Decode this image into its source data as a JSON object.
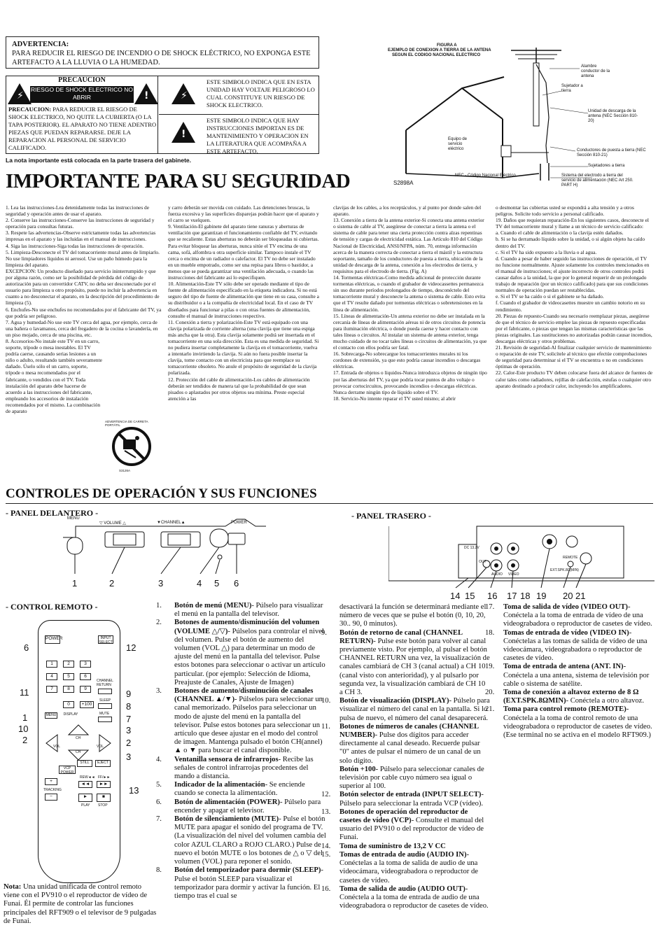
{
  "warning": {
    "title": "ADVERTENCIA:",
    "text": "PARA REDUCIR EL RIESGO DE INCENDIO O DE SHOCK ELÉCTRICO, NO EXPONGA ESTE ARTEFACTO A LA LLUVIA O LA HUMEDAD."
  },
  "caution": {
    "label": "PRECAUCION",
    "bar_text": "RIESGO DE SHOCK ELECTRICO NO ABRIR",
    "text_bold": "PRECAUCION:",
    "text": " PARA REDUCIR EL RIESGO DE SHOCK ELECTRICO, NO QUITE LA CUBIERTA (O LA TAPA POSTERIOR). EL APARATO NO TIENE ADENTRO PIEZAS QUE PUEDAN REPARARSE. DEJE LA REPARACION AL PERSONAL DE SERVICIO CALIFICADO.",
    "symbol1": "ESTE SIMBOLO INDICA QUE EN ESTA UNIDAD HAY VOLTAJE PELIGROSO LO CUAL CONSTITUYE UN RIESGO DE SHOCK ELECTRICO.",
    "symbol2": "ESTE SIMBOLO INDICA QUE HAY INSTRUCCIONES IMPORTAN ES DE MANTENIMIENTO Y OPERACION EN LA LITERATURA QUE ACOMPAÑA A ESTE ARTEFACTO.",
    "note": "La nota importante está colocada en la parte trasera del gabinete."
  },
  "headline": "IMPORTANTE PARA SU SEGURIDAD",
  "figure": {
    "title1": "FIGURA A",
    "title2": "EJEMPLO DE CONEXION A TIERRA DE LA ANTENA",
    "title3": "SEGUN EL CODIGO NACIONAL ELECTRICO",
    "lbl_wire": "Alambre conductor de la antena",
    "lbl_clamp": "Sujetador a tierra",
    "lbl_unit": "Unidad de descarga de la antena (NEC Sección 810-20)",
    "lbl_equip": "Equipo de servicio eléctrico",
    "lbl_cond": "Conductores de puesta a tierra (NEC Sección 810-21)",
    "lbl_clamps": "Sujetadores a tierra",
    "lbl_nec": "NEC - Código Nacional Eléctrico",
    "lbl_sys": "Sistema del electrodo a tierra del servicio de alimentación (NEC Art 250. PART H)",
    "code": "S2898A"
  },
  "col1": [
    "1. Lea las instrucciones-Lea detenidamente todas las instrucciones de seguridad y operación antes de usar el aparato.",
    "2. Conserve las instrucciones-Conserve las instrucciones de seguridad y operación para consultas futuras.",
    "3. Respete las advertencias-Observe estrictamente todas las advertencias impresas en el aparato y las incluidas en el manual de instrucciones.",
    "4. Siga las instrucciones-Siga todas las instrucciones de operación.",
    "5. Limpieza-Desconecte el TV del tomacorriente mural antes de limpiarlo. No use limpiadores líquidos ni aerosol. Use un paño húmedo para la limpieza del aparato.",
    "EXCEPCION: Un producto diseñado para servicio ininterrumpido y que por alguna razón, como ser la posibilidad de pérdida del código de autorización para un convertidor CATV, no deba ser desconectado por el usuario para limpieza u otro propósito, puede no incluir la advertencia en cuanto a no desconectar el aparato, en la descripción del procedimiento de limpieza (5).",
    "6. Enchufes-No use enchufes no recomendados por el fabricante del TV, ya que podría ser peligroso.",
    "7. Agua y humedad-No use este TV cerca del agua, por ejemplo, cerca de una bañera o lavamanos, cerca del fregadero de la cocina o lavandería, en un piso mojado, cerca de una piscina, etc.",
    "8. Accesorios-No instale este TV en un carro, soporte, trípode o mesa inestables. El TV podría caerse, causando serias lesiones a un niño o adulto, resultando también severamente dañado. Úselo sólo el un carro, soporte, trípode o mesa recomendados por el fabricante, o vendidos con el TV. Toda instalación del aparato debe hacerse de acuerdo a las instrucciones del fabricante, empleando los accesorios de instalación recomendados por el mismo. La combinación de aparato"
  ],
  "col2": [
    "y carro deberán ser movida con cuidado. Las detenciones bruscas, la fuerza excesiva y las superficies disparejas podrán hacer que el aparato y el carro se vuelquen.",
    "9. Ventilación-El gabinete del aparato tiene ranuras y aberturas de ventilación que garantizan el funcionamiento confiable del TV, evitando que se recaliente. Estas aberturas no deberán ser bloqueadas ni cubiertas. Para evitar bloquear las aberturas, nunca sitúe el TV encima de una cama, sofá, alfombra u otra superficie similar. Tampoco instale el TV cerca o encima de un radiador o calefactor. El TV no debe ser instalado en un mueble empotrado, como ser una repisa para libros o bastidor, a menos que se pueda garantizar una ventilación adecuada, o cuando las instrucciones del fabricante así lo especifiquen.",
    "10. Alimentación-Este TV sólo debe ser operado mediante el tipo de fuente de alimentación especificado en la etiqueta indicadora. Si no está seguro del tipo de fuente de alimentación que tiene en su casa, consulte a su distribuidor o a la compañía de electricidad local. En el caso de TV diseñados para funcionar a pilas o con otras fuentes de alimentación, consulte el manual de instrucciones respectivo.",
    "11. Conexión a tierra y polarización-Este TV está equipado con una clavija polarizada de corriente alterna (una clavija que tiene una espiga más ancha que la otra). Esta clavija solamente podrá ser insertada en el tomacorriente en una sola dirección. Esta es una medida de seguridad. Si no pudiera insertar completamente la clavija en el tomacorriente, vuelva a intentarlo invirtiendo la clavija. Si aún no fuera posible insertar la clavija, tome contacto con un electricista para que reemplace su tomacorriente obsoleto. No anule el propósito de seguridad de la clavija polarizada.",
    "12. Protección del cable de alimentación-Los cables de alimentación deberán ser tendidos de manera tal que la probabilidad de que sean pisados o aplastados por otros objetos sea mínima. Preste especial atención a las"
  ],
  "col3": [
    "clavijas de los cables, a los receptáculos, y al punto por donde salen del aparato.",
    "13. Conexión a tierra de la antena exterior-Si conecta una antena exterior o sistema de cable al TV, asegúrese de conectar a tierra la antena o el sistema de cable para tener una cierta protección contra alzas repentinas de tensión y cargas de electricidad estática. Las Artículo 810 del Código Nacional de Electricidad, ANSI/NFPA, núm. 70, entrega información acerca de la manera correcta de conectar a tierra el mástil y la estructura soportante, tamaño de los conductores de puesta a tierra, ubicación de la unidad de descarga de la antena, conexión a los electrodos de tierra, y requisitos para el electrodo de tierra. (Fig. A)",
    "14. Tormentas eléctricas-Como medida adicional de protección durante tormentas eléctricas, o cuando el grabador de videocassettes permanezca sin uso durante períodos prolongados de tiempo, desconéctelo del tomacorriente mural y desconecte la antena o sistema de cable. Esto evita que el TV resulte dañado por tormentas eléctricas o sobretensiones en la línea de alimentación.",
    "15. Líneas de alimentación-Un antena exterior no debe ser instalada en la cercanía de líneas de alimentación aéreas ni de otros circuitos de potencia para iluminación eléctrica, o donde pueda caerse y hacer contacto con tales líneas o circuitos. Al instalar un sistema de antena exterior, tenga mucho cuidado de no tocar tales líneas o circuitos de alimentación, ya que el contacto con ellos podría ser fatal.",
    "16. Sobrecarga-No sobrecargue los tomacorrientes murales ni los cordones de extensión, ya que esto podría causar incendios o descargas eléctricas.",
    "17. Entrada de objetos o líquidos-Nunca introduzca objetos de ningún tipo por las aberturas del TV, ya que podría tocar puntos de alto voltaje o provocar cortocircuitos, provocando incendios o descargas eléctricas. Nunca derrame ningún tipo de líquido sobre el TV.",
    "18. Servicio-No intente reparar el TV usted mismo; al abrir"
  ],
  "col4": [
    "o desmontar las cubiertas usted se expondrá a alta tensión y a otros peligros. Solicite todo servicio a personal calificado.",
    "19. Daños que requieran reparación-En los siguientes casos, desconecte el TV del tomacorriente mural y llame a un técnico de servicio calificado:",
    "a. Cuando el cable de alimentación o la clavija estén dañados.",
    "b. Si se ha derramado líquido sobre la unidad, o si algún objeto ha caído dentro del TV.",
    "c. Si el TV ha sido expuesto a la lluvia o al agua.",
    "d. Cuando a pesar de haber seguido las instrucciones de operación, el TV no funcione normalmente. Ajuste solamente los controles mencionados en el manual de instrucciones; el ajuste incorrecto de otros controles podrá causar daños a la unidad, la que por lo general requerir de un prolongado trabajo de reparación (por un técnico calificado) para que sus condiciones normales de operación puedan ser restablecidas.",
    "e. Si el TV se ha caído o si el gabinete se ha dañado.",
    "f. Cuando el grabador de videocasettes muestre un cambio notorio en su rendimiento.",
    "20. Piezas de repuesto-Cuando sea necesario reemplazar piezas, asegúrese de que el técnico de servicio emplee las piezas de repuesto especificadas por el fabricante, o piezas que tengan las mismas características que las piezas originales. Las sustituciones no autorizadas podrán causar incendios, descargas eléctricas y otros problemas.",
    "21. Revisión de seguridad-Al finalizar cualquier servicio de mantenimiento o reparación de este TV, solicítele al técnico que efectúe comprobaciones de seguridad para determinar si el TV se encuentra o no en condiciones óptimas de operación.",
    "22. Calor-Este producto TV deben colocarse fuera del alcance de fuentes de calor tales como radiadores, rejillas de calefacción, estufas o cualquier otro aparato destinado a producir calor, incluyendo los amplificadores."
  ],
  "cart_caption": "ADVERTENCIA DE CARRETA PORTÁTIL",
  "cart_code": "S3126A",
  "controls": {
    "title": "CONTROLES DE OPERACIÓN Y SUS FUNCIONES",
    "front": "- PANEL DELANTERO -",
    "rear": "- PANEL TRASERO -",
    "remote": "- CONTROL REMOTO -",
    "front_labels": {
      "menu": "MENU",
      "volume": "▽ VOLUME △",
      "channel": "▼CHANNEL▲",
      "power": "POWER"
    },
    "front_nums": [
      "1",
      "2",
      "3",
      "4",
      "5",
      "6"
    ],
    "rear_labels": {
      "dc": "DC 13.2V",
      "out": "OUT",
      "audio": "AUDIO",
      "video": "VIDEO",
      "remote": "REMOTE",
      "ext": "EXT.SPK.8Ω(MIN)"
    },
    "rear_nums": [
      "14",
      "15",
      "16",
      "17",
      "18",
      "19",
      "20",
      "21"
    ]
  },
  "remote_keys": {
    "power": "POWER",
    "input": "INPUT SELECT",
    "chret": "CHANNEL RETURN",
    "sleep": "SLEEP",
    "mute": "MUTE",
    "menu": "MENU",
    "display": "DISPLAY",
    "ch": "CH",
    "vol": "VOL",
    "still": "STILL",
    "eject": "EJECT",
    "vcp": "VCP POWER",
    "rew": "REW◄◄",
    "ff": "FF/►►",
    "tracking": "TRACKING",
    "play": "PLAY",
    "stop": "STOP",
    "plus100": "+100"
  },
  "remote_nums": {
    "l6": "6",
    "l11": "11",
    "l1": "1",
    "l10": "10",
    "l2": "2",
    "r12": "12",
    "r9": "9",
    "r8": "8",
    "r7": "7",
    "r3": "3",
    "r2": "2",
    "r3b": "3",
    "r13": "13"
  },
  "nota": {
    "bold": "Nota:",
    "text": " Una unidad unificada de control remoto viene con el PV910 o el reproductor de vídeo de Funai. Él permite de controlar las funciones principales del RFT909 o el televisor de 9 pulgadas de Funai."
  },
  "func1": [
    {
      "n": "1.",
      "b": "Botón de menú (MENU)",
      "t": "- Púlselo para visualizar el menú en la pantalla del televisor."
    },
    {
      "n": "2.",
      "b": "Botones de aumento/disminución del volumen (VOLUME △/▽)",
      "t": "- Púlselos para controlar el nivel del volumen. Pulse el botón de aumento del volumen (VOL △) para determinar un modo de ajuste del menú en la pantalla del televisor. Pulse estos botones para seleccionar o activar un artículo particular. (por ejemplo: Selección de Idioma, Preajuste de Canales, Ajuste de Imagen)"
    },
    {
      "n": "3.",
      "b": "Botones de aumento/disminución de canales (CHANNEL ▲/▼)",
      "t": "- Púlselos para seleccionar un canal memorizado. Púlselos para seleccionar un modo de ajuste del menú en la pantalla del televisor. Pulse estos botones para seleccionar un artículo que desee ajustar en el modo del control de imagen. Mantenga pulsado el botón CH(annel) ▲ o ▼ para buscar el canal disponible."
    },
    {
      "n": "4.",
      "b": "Ventanilla sensora de infrarrojos",
      "t": "- Recibe las señales de control infrarrojas procedentes del mando a distancia."
    },
    {
      "n": "5.",
      "b": "Indicador de la alimentación",
      "t": "- Se enciende cuando se conecta la alimentación."
    },
    {
      "n": "6.",
      "b": "Botón de alimentación (POWER)",
      "t": "- Púlselo para encender y apagar el televisor."
    },
    {
      "n": "7.",
      "b": "Botón de silenciamiento (MUTE)",
      "t": "- Pulse el botón MUTE para apagar el sonido del programa de TV. (La visualización del nivel del volumen cambia del color AZUL CLARO a ROJO CLARO.) Pulse de nuevo el botón MUTE o los botones de △ o ▽ del volumen (VOL) para reponer el sonido."
    },
    {
      "n": "8.",
      "b": "Botón del temporizador para dormir (SLEEP)",
      "t": "- Pulse el botón SLEEP para visualizar el temporizador para dormir y activar la función. El tiempo tras el cual se"
    }
  ],
  "func2": [
    {
      "n": "",
      "b": "",
      "t": "desactivará la función se determinará mediante el número de veces que se pulse el botón (0, 10, 20, 30.. 90, 0 minutos)."
    },
    {
      "n": "9.",
      "b": "Botón de retorno de canal (CHANNEL RETURN)",
      "t": "- Pulse este botón para volver al canal previamente visto. Por ejemplo, al pulsar el botón CHANNEL RETURN una vez, la visualización de canales cambiará de CH 3 (canal actual) a CH 10 (canal visto con anterioridad), y al pulsarlo por segunda vez, la visualización cambiará de CH 10 a CH 3."
    },
    {
      "n": "10.",
      "b": "Botón de visualización (DISPLAY)",
      "t": "- Púlselo para visualizar el número del canal en la pantalla. Si lo pulsa de nuevo, el número del canal desaparecerá."
    },
    {
      "n": "11.",
      "b": "Botones de números de canales (CHANNEL NUMBER)",
      "t": "- Pulse dos dígitos para acceder directamente al canal deseado. Recuerde pulsar \"0\" antes de pulsar el número de un canal de un solo dígito."
    },
    {
      "n": "",
      "b": "Botón +100",
      "t": "- Púlselo para seleccionar canales de televisión por cable cuyo número sea igual o superior al 100."
    },
    {
      "n": "12.",
      "b": "Botón selector de entrada (INPUT SELECT)",
      "t": "- Púlselo para seleccionar la entrada VCP (vídeo)."
    },
    {
      "n": "13.",
      "b": "Botones de operación del reproductor de casetes de vídeo (VCP)",
      "t": "- Consulte el manual del usuario del PV910 o del reproductor de vídeo de Funai."
    },
    {
      "n": "14.",
      "b": "Toma de suministro de 13,2 V CC",
      "t": ""
    },
    {
      "n": "15.",
      "b": "Tomas de entrada de audio (AUDIO IN)",
      "t": "- Conéctelas a la toma de salida de audio de una videocámara, videograbadora o reproductor de casetes de vídeo."
    },
    {
      "n": "16.",
      "b": "Toma de salida de audio (AUDIO OUT)",
      "t": "- Conéctela a la toma de entrada de audio de una videograbadora o reproductor de casetes de vídeo."
    }
  ],
  "func3": [
    {
      "n": "17.",
      "b": "Toma de salida de vídeo (VIDEO OUT)",
      "t": "- Conéctela a la toma de entrada de vídeo de una videograbadora o reproductor de casetes de vídeo."
    },
    {
      "n": "18.",
      "b": "Tomas de entrada de vídeo (VIDEO IN)",
      "t": "- Conéctelas a las tomas de salida de vídeo de una videocámara, videograbadora o reproductor de casetes de vídeo."
    },
    {
      "n": "19.",
      "b": "Toma de entrada de antena (ANT. IN)",
      "t": "- Conéctela a una antena, sistema de televisión por cable o sistema de satélite."
    },
    {
      "n": "20.",
      "b": "Toma de conexión a altavoz externo de 8 Ω (EXT.SPK.8ΩMIN)",
      "t": "- Conéctela a otro altavoz."
    },
    {
      "n": "21.",
      "b": "Toma para control remoto (REMOTE)",
      "t": "- Conéctela a la toma de control remoto de una videograbadora o reproductor de casetes de vídeo. (Ese terminal no se activa en el modelo RFT909.)"
    }
  ]
}
